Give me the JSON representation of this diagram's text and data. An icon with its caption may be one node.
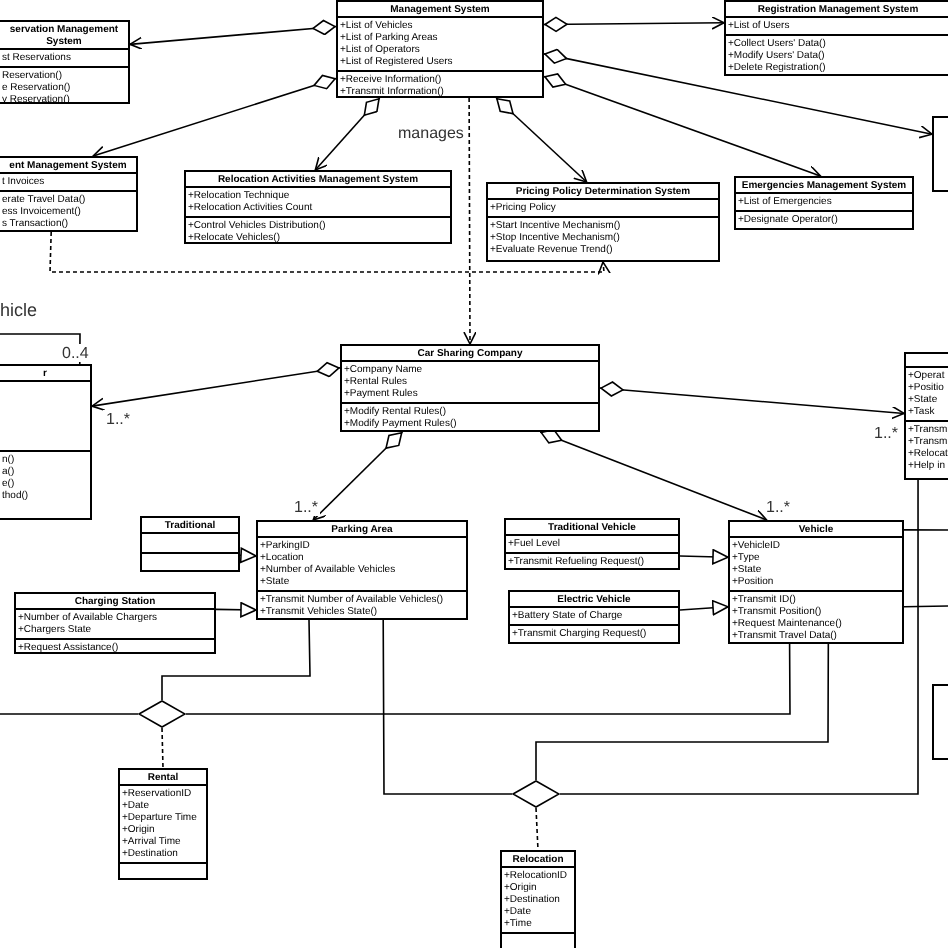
{
  "diagram": {
    "nodes": [
      {
        "text": [
          "Management System",
          "+List of Vehicles",
          "+List of Parking Areas",
          "+List of Operators",
          "+List of Registered Users",
          "+Receive Information()",
          "+Transmit Information()"
        ]
      },
      {
        "text": [
          "servation Management System",
          "st Reservations",
          "Reservation()",
          "e Reservation()",
          "y Reservation()"
        ]
      },
      {
        "text": [
          "ent Management System",
          "t Invoices",
          "erate Travel Data()",
          "ess Invoicement()",
          "s Transaction()"
        ]
      },
      {
        "text": [
          "Relocation Activities Management System",
          "+Relocation Technique",
          "+Relocation Activities Count",
          "+Control Vehicles Distribution()",
          "+Relocate Vehicles()"
        ]
      },
      {
        "text": [
          "Pricing Policy Determination System",
          "+Pricing Policy",
          "+Start Incentive Mechanism()",
          "+Stop Incentive Mechanism()",
          "+Evaluate Revenue Trend()"
        ]
      },
      {
        "text": [
          "Registration Management System",
          "+List of Users",
          "+Collect Users' Data()",
          "+Modify Users' Data()",
          "+Delete Registration()"
        ]
      },
      {
        "text": [
          "Emergencies Management System",
          "+List of Emergencies",
          "+Designate Operator()"
        ]
      },
      {
        "text": [],
        "shape": "box"
      },
      {
        "text": [
          "Car Sharing Company",
          "+Company Name",
          "+Rental Rules",
          "+Payment Rules",
          "+Modify Rental Rules()",
          "+Modify Payment Rules()"
        ]
      },
      {
        "text": [
          "r",
          "n()",
          "a()",
          "e()",
          "thod()"
        ]
      },
      {
        "text": [
          "+Operat",
          "+Positio",
          "+State",
          "+Task",
          "+Transm",
          "+Transm",
          "+Relocat",
          "+Help in"
        ]
      },
      {
        "text": [
          "Traditional"
        ]
      },
      {
        "text": [
          "Parking Area",
          "+ParkingID",
          "+Location",
          "+Number of Available Vehicles",
          "+State",
          "+Transmit Number of Available Vehicles()",
          "+Transmit Vehicles State()"
        ]
      },
      {
        "text": [
          "Charging Station",
          "+Number of Available Chargers",
          "+Chargers State",
          "+Request Assistance()"
        ]
      },
      {
        "text": [
          "Traditional Vehicle",
          "+Fuel Level",
          "+Transmit Refueling Request()"
        ]
      },
      {
        "text": [
          "Electric Vehicle",
          "+Battery State of Charge",
          "+Transmit Charging Request()"
        ]
      },
      {
        "text": [
          "Vehicle",
          "+VehicleID",
          "+Type",
          "+State",
          "+Position",
          "+Transmit ID()",
          "+Transmit Position()",
          "+Request Maintenance()",
          "+Transmit Travel Data()"
        ]
      },
      {
        "text": [],
        "shape": "diamond"
      },
      {
        "text": [
          "Rental",
          "+ReservationID",
          "+Date",
          "+Departure Time",
          "+Origin",
          "+Arrival Time",
          "+Destination"
        ]
      },
      {
        "text": [],
        "shape": "diamond"
      },
      {
        "text": [
          "Relocation",
          "+RelocationID",
          "+Origin",
          "+Destination",
          "+Date",
          "+Time"
        ]
      },
      {
        "text": [],
        "shape": "box"
      }
    ],
    "edges": [
      {
        "from": 0,
        "to": 1,
        "arrow": "to"
      },
      {
        "from": 0,
        "to": 2,
        "arrow": "to"
      },
      {
        "from": 0,
        "to": 3,
        "arrow": "to"
      },
      {
        "from": 0,
        "to": 4,
        "arrow": "to"
      },
      {
        "from": 0,
        "to": 5,
        "arrow": "to"
      },
      {
        "from": 0,
        "to": 7,
        "arrow": "to"
      },
      {
        "from": 0,
        "to": 6,
        "arrow": "to"
      },
      {
        "from": 0,
        "to": 8,
        "arrow": "to",
        "label": "manages",
        "style": "dashed"
      },
      {
        "from": 2,
        "to": 4,
        "arrow": "to",
        "style": "dashed"
      },
      {
        "from": 8,
        "to": 9,
        "arrow": "to",
        "label": "1..*"
      },
      {
        "from": 8,
        "to": 10,
        "arrow": "to",
        "label": "1..*"
      },
      {
        "from": 8,
        "to": 12,
        "arrow": "to",
        "label": "1..*"
      },
      {
        "from": 8,
        "to": 16,
        "arrow": "to",
        "label": "1..*"
      },
      {
        "from": 11,
        "to": 12,
        "arrow": "to"
      },
      {
        "from": 13,
        "to": 12,
        "arrow": "to"
      },
      {
        "from": 14,
        "to": 16,
        "arrow": "to"
      },
      {
        "from": 15,
        "to": 16,
        "arrow": "to"
      },
      {
        "from": 12,
        "to": 17,
        "arrow": "none"
      },
      {
        "from": 16,
        "to": 17,
        "arrow": "none"
      },
      {
        "from": null,
        "to": 17,
        "arrow": "none"
      },
      {
        "from": 12,
        "to": 19,
        "arrow": "none"
      },
      {
        "from": 16,
        "to": 19,
        "arrow": "none"
      },
      {
        "from": 10,
        "to": 19,
        "arrow": "none"
      },
      {
        "from": 17,
        "to": 18,
        "arrow": "none",
        "style": "dashed"
      },
      {
        "from": 19,
        "to": 20,
        "arrow": "none",
        "style": "dashed"
      },
      {
        "from": 16,
        "to": null,
        "arrow": "none"
      },
      {
        "from": 16,
        "to": null,
        "arrow": "none"
      },
      {
        "from": 9,
        "to": null,
        "arrow": "none",
        "label": "0..4"
      }
    ],
    "labels": [
      "hicle"
    ]
  }
}
